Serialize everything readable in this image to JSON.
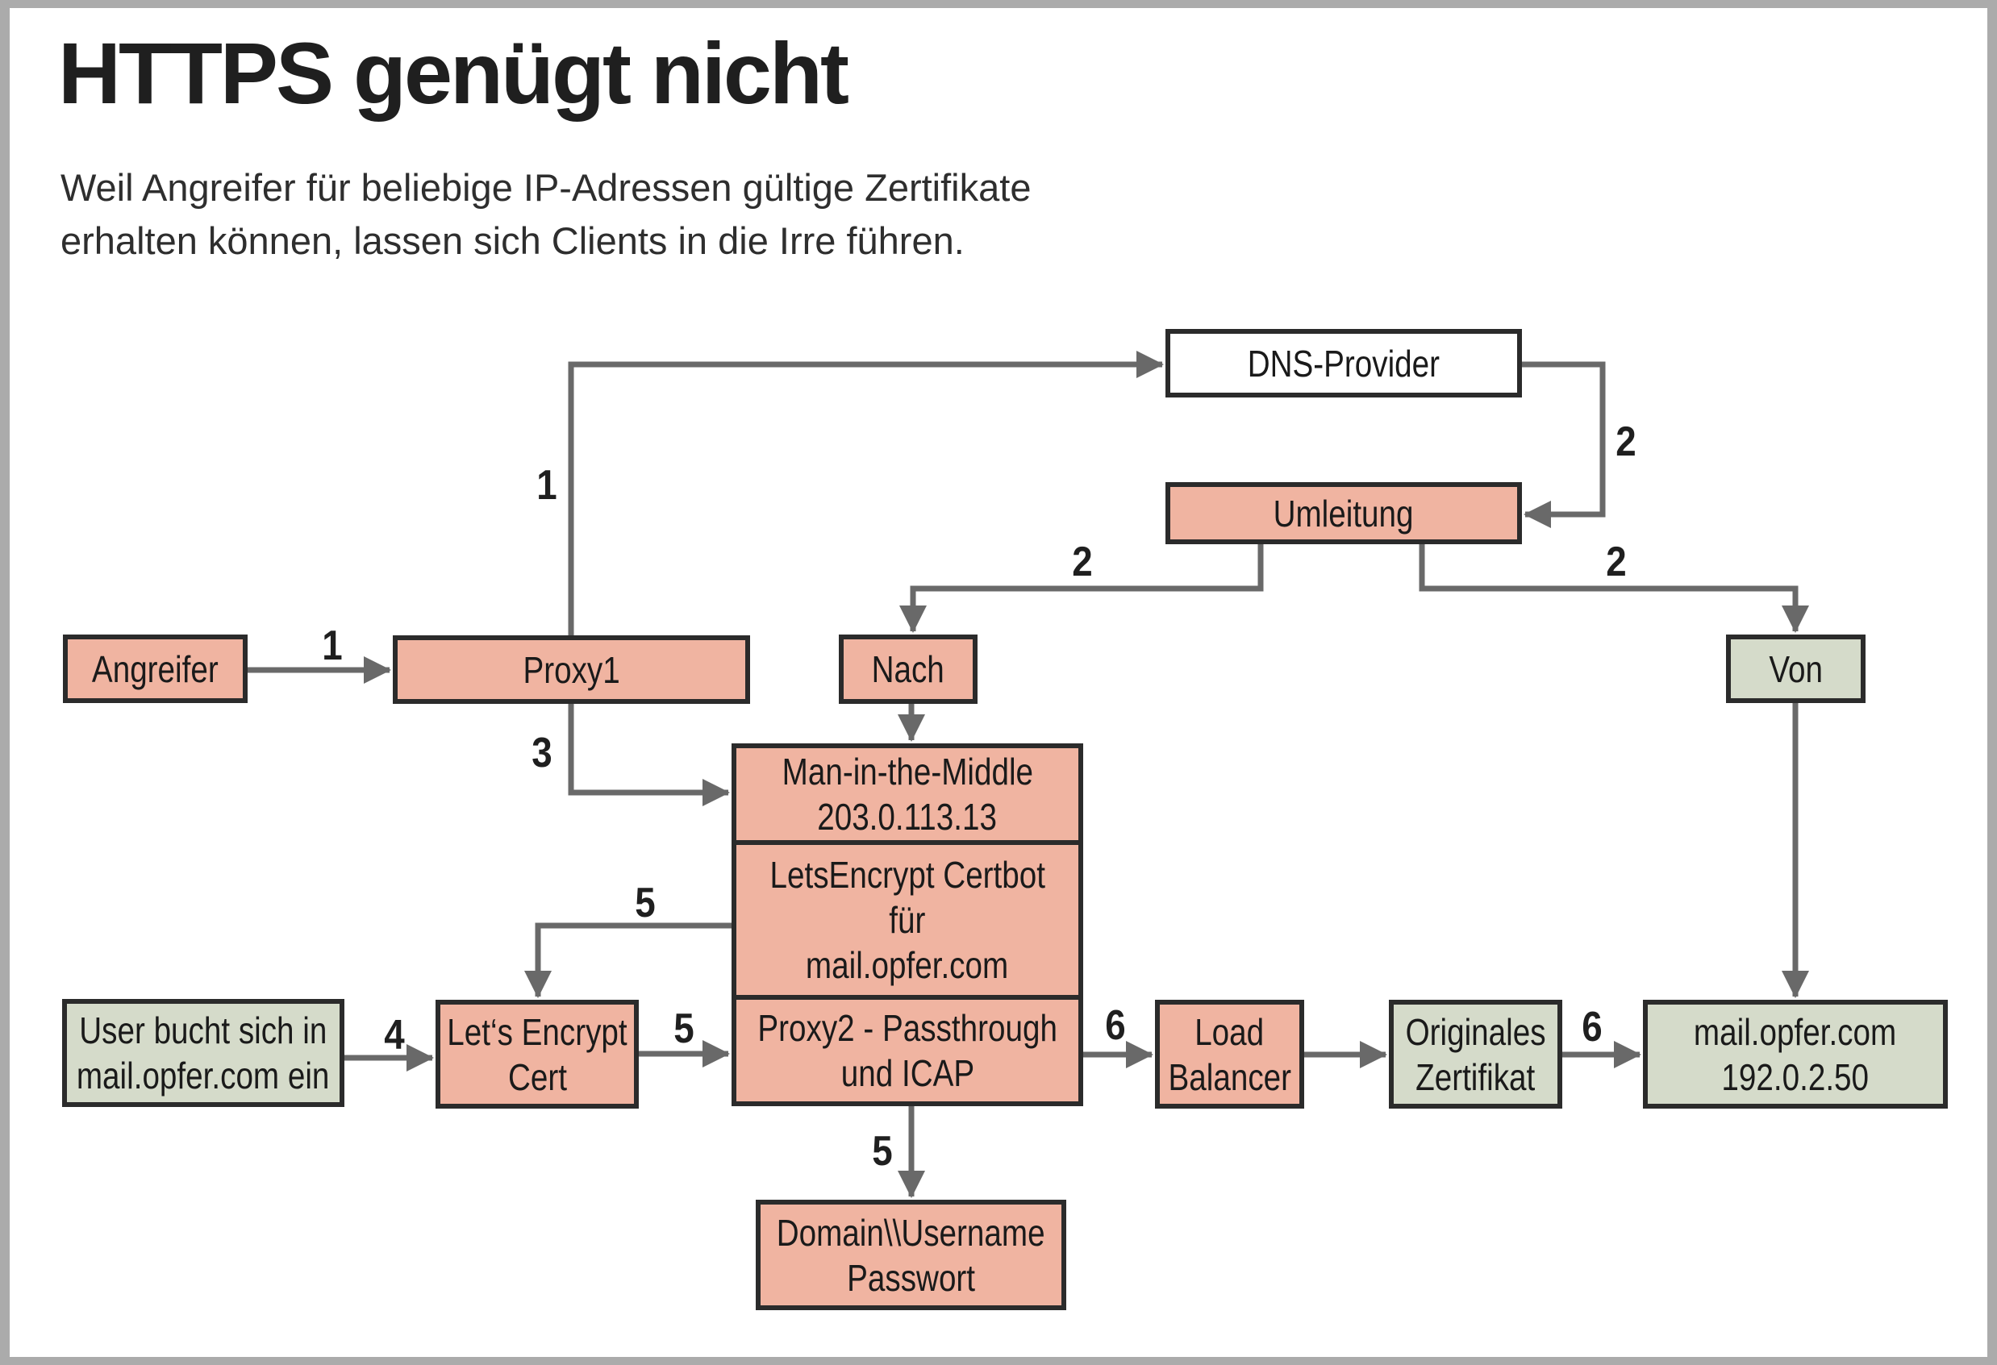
{
  "page": {
    "title": "HTTPS genügt nicht",
    "subtitle_line1": "Weil Angreifer für beliebige IP-Adressen gültige Zertifikate",
    "subtitle_line2": "erhalten können, lassen sich Clients in die Irre führen."
  },
  "colors": {
    "box_salmon": "#f0b4a1",
    "box_green": "#d5dbca",
    "box_white": "#ffffff",
    "box_border": "#2b2b2b",
    "arrow_gray": "#696969",
    "frame_gray": "#ababab"
  },
  "boxes": {
    "dns_provider": {
      "label": "DNS-Provider"
    },
    "umleitung": {
      "label": "Umleitung"
    },
    "angreifer": {
      "label": "Angreifer"
    },
    "proxy1": {
      "label": "Proxy1"
    },
    "nach": {
      "label": "Nach"
    },
    "von": {
      "label": "Von"
    },
    "mitm": {
      "line1": "Man-in-the-Middle",
      "line2": "203.0.113.13"
    },
    "certbot": {
      "line1": "LetsEncrypt Certbot",
      "line2": "für",
      "line3": "mail.opfer.com"
    },
    "proxy2": {
      "line1": "Proxy2 - Passthrough",
      "line2": "und ICAP"
    },
    "user_bucht": {
      "line1": "User bucht sich in",
      "line2": "mail.opfer.com ein"
    },
    "le_cert": {
      "line1": "Let‘s Encrypt",
      "line2": "Cert"
    },
    "load_balancer": {
      "line1": "Load",
      "line2": "Balancer"
    },
    "orig_zert": {
      "line1": "Originales",
      "line2": "Zertifikat"
    },
    "mail_opfer": {
      "line1": "mail.opfer.com",
      "line2": "192.0.2.50"
    },
    "domain_cred": {
      "line1": "Domain\\\\Username",
      "line2": "Passwort"
    }
  },
  "step_labels": {
    "s1_attacker_proxy1": "1",
    "s1_proxy1_dns": "1",
    "s2_dns_umleitung": "2",
    "s2_umleitung_nach": "2",
    "s2_umleitung_von": "2",
    "s3_proxy1_mitm": "3",
    "s4_user_lecert": "4",
    "s5_certbot_lecert": "5",
    "s5_lecert_proxy2": "5",
    "s5_proxy2_passwort": "5",
    "s6_proxy2_lb": "6",
    "s6_zert_mail": "6"
  }
}
